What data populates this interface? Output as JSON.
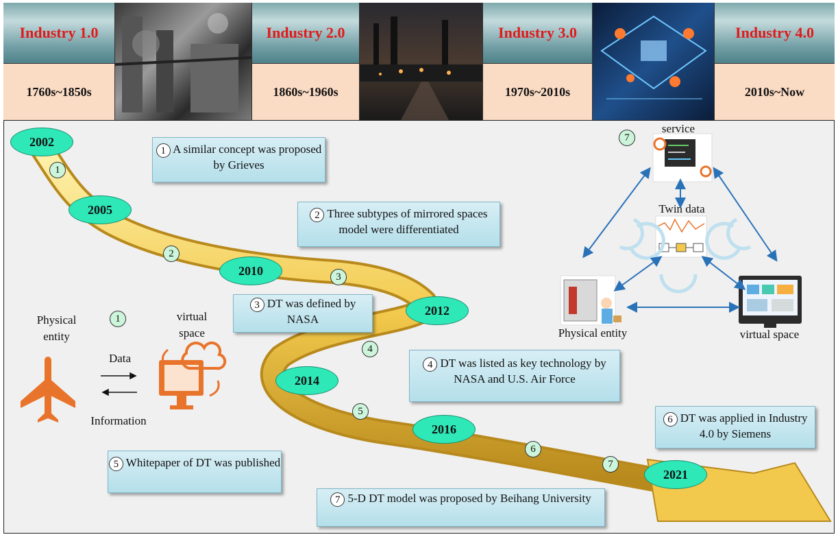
{
  "eras": [
    {
      "title": "Industry 1.0",
      "years": "1760s~1850s"
    },
    {
      "title": "Industry 2.0",
      "years": "1860s~1960s"
    },
    {
      "title": "Industry 3.0",
      "years": "1970s~2010s"
    },
    {
      "title": "Industry 4.0",
      "years": "2010s~Now"
    }
  ],
  "years": [
    "2002",
    "2005",
    "2010",
    "2012",
    "2014",
    "2016",
    "2021"
  ],
  "milestones": [
    {
      "num": "1",
      "text": "A similar concept was proposed by Grieves"
    },
    {
      "num": "2",
      "text": "Three subtypes of mirrored spaces model were differentiated"
    },
    {
      "num": "3",
      "text": "DT was defined by NASA"
    },
    {
      "num": "4",
      "text": "DT was listed as key technology by NASA and U.S. Air Force"
    },
    {
      "num": "5",
      "text": "Whitepaper of DT was published"
    },
    {
      "num": "6",
      "text": "DT was applied in Industry 4.0 by Siemens"
    },
    {
      "num": "7",
      "text": "5-D DT model was proposed by Beihang University"
    }
  ],
  "path_markers": [
    "1",
    "2",
    "3",
    "4",
    "5",
    "6",
    "7"
  ],
  "model1": {
    "num": "1",
    "physical": "Physical entity",
    "virtual": "virtual space",
    "data": "Data",
    "information": "Information"
  },
  "model7": {
    "num": "7",
    "service": "service",
    "twin": "Twin data",
    "physical": "Physical entity",
    "virtual": "virtual space"
  },
  "colors": {
    "title_red": "#e01b1b",
    "years_bg": "#fadbc4",
    "year_ellipse": "#2ee8b8",
    "path": "#f2c94c",
    "box": "#b4dfea",
    "arrow_blue": "#2a72b8",
    "plane": "#e8742c"
  }
}
